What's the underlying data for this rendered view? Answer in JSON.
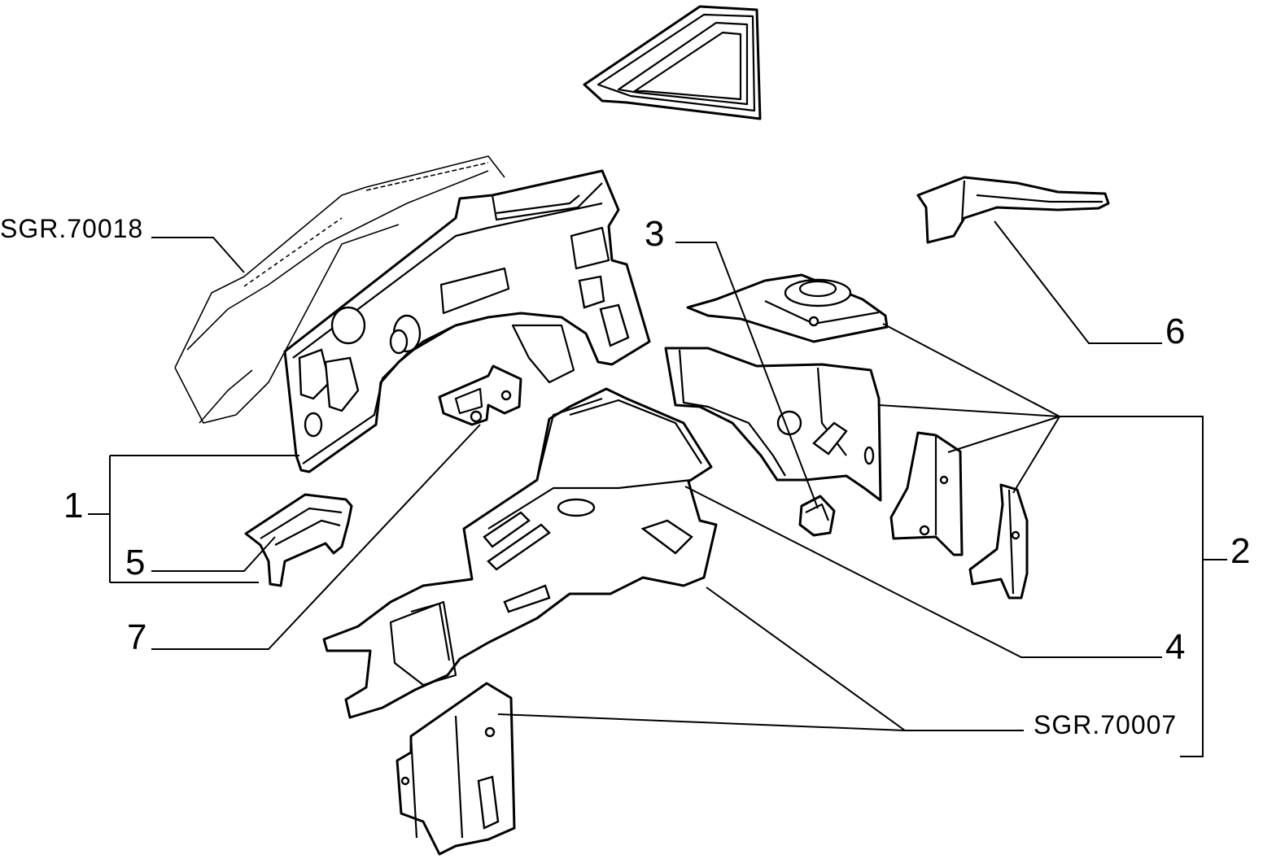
{
  "labels": {
    "n1": "1",
    "n2": "2",
    "n3": "3",
    "n4": "4",
    "n5": "5",
    "n6": "6",
    "n7": "7",
    "ref_top": "SGR.70018",
    "ref_bottom": "SGR.70007"
  }
}
